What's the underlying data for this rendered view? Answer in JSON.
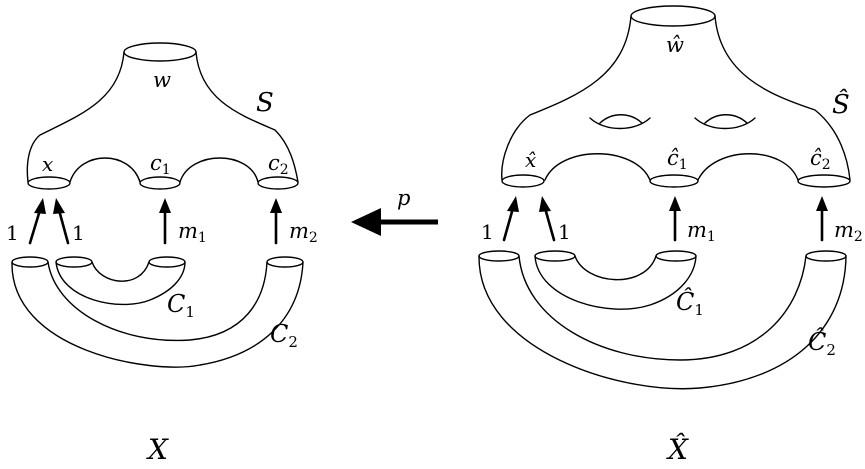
{
  "left": {
    "boundary_top": "w",
    "surface": "S",
    "boundary_x": "x",
    "boundary_c1": "c",
    "boundary_c1_sub": "1",
    "boundary_c2": "c",
    "boundary_c2_sub": "2",
    "arrow_label_a": "1",
    "arrow_label_b": "1",
    "arrow_label_m1": "m",
    "arrow_label_m1_sub": "1",
    "arrow_label_m2": "m",
    "arrow_label_m2_sub": "2",
    "cylinder_1": "C",
    "cylinder_1_sub": "1",
    "cylinder_2": "C",
    "cylinder_2_sub": "2",
    "space": "X"
  },
  "map_label": "p",
  "right": {
    "boundary_top": "ŵ",
    "surface": "Ŝ",
    "boundary_x": "x̂",
    "boundary_c1": "ĉ",
    "boundary_c1_sub": "1",
    "boundary_c2": "ĉ",
    "boundary_c2_sub": "2",
    "arrow_label_a": "1",
    "arrow_label_b": "1",
    "arrow_label_m1": "m",
    "arrow_label_m1_sub": "1",
    "arrow_label_m2": "m",
    "arrow_label_m2_sub": "2",
    "cylinder_1": "Ĉ",
    "cylinder_1_sub": "1",
    "cylinder_2": "Ĉ",
    "cylinder_2_sub": "2",
    "space": "X̂"
  }
}
